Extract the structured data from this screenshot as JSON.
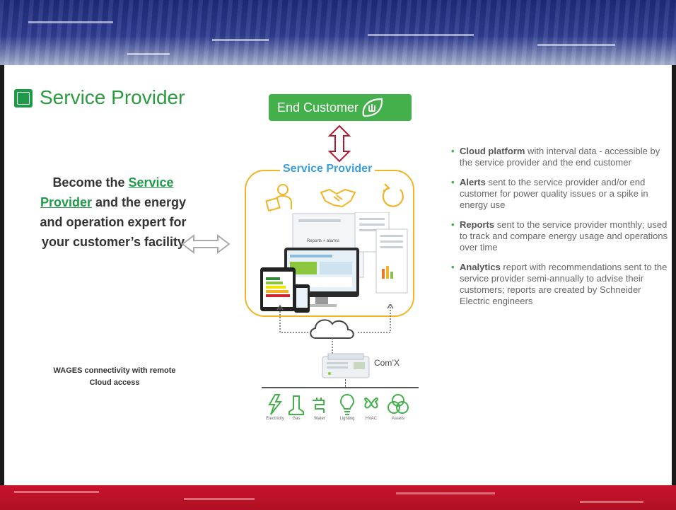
{
  "title": "Service Provider",
  "end_customer_label": "End Customer",
  "service_provider_label": "Service Provider",
  "left_text": {
    "prefix": "Become the ",
    "link": "Service Provider",
    "suffix": " and the energy and operation expert for your customer’s facility"
  },
  "left_note": "WAGES connectivity with remote Cloud access",
  "comx_label": "Com’X",
  "reports_caption": "Reports + alarms",
  "bullets": [
    {
      "bold": "Cloud platform",
      "text": " with interval data - accessible by the service provider and the end customer"
    },
    {
      "bold": "Alerts",
      "text": " sent to the service provider and/or end customer for power quality issues or a spike in energy use"
    },
    {
      "bold": "Reports",
      "text": " sent to the service provider monthly; used to track and compare energy usage and operations over time"
    },
    {
      "bold": "Analytics",
      "text": " report with recommendations sent to the service provider semi-annually to advise their customers; reports are created by Schneider Electric engineers"
    }
  ],
  "utility_icons": [
    {
      "name": "electricity-icon",
      "label": "Electricity"
    },
    {
      "name": "gas-icon",
      "label": "Gas"
    },
    {
      "name": "water-icon",
      "label": "Water"
    },
    {
      "name": "lighting-icon",
      "label": "Lighting"
    },
    {
      "name": "hvac-icon",
      "label": "HVAC"
    },
    {
      "name": "assets-icon",
      "label": "Assets"
    }
  ],
  "colors": {
    "green": "#1f9a48",
    "light_green": "#44b04b",
    "blue": "#3aa0dc",
    "orange": "#f2b325",
    "dark_red": "#a0182c"
  }
}
